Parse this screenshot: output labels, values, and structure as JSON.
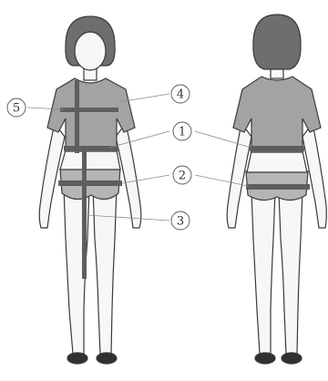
{
  "callouts": [
    {
      "id": "1",
      "label": "1"
    },
    {
      "id": "2",
      "label": "2"
    },
    {
      "id": "3",
      "label": "3"
    },
    {
      "id": "4",
      "label": "4"
    },
    {
      "id": "5",
      "label": "5"
    }
  ],
  "colors": {
    "outline": "#3a3a3a",
    "skin": "#f7f7f7",
    "hair": "#6e6e6e",
    "shirt": "#a3a3a3",
    "shorts": "#b5b5b5",
    "band": "#5e5e5e",
    "shoe": "#303030",
    "leader": "#8a8a8a"
  }
}
